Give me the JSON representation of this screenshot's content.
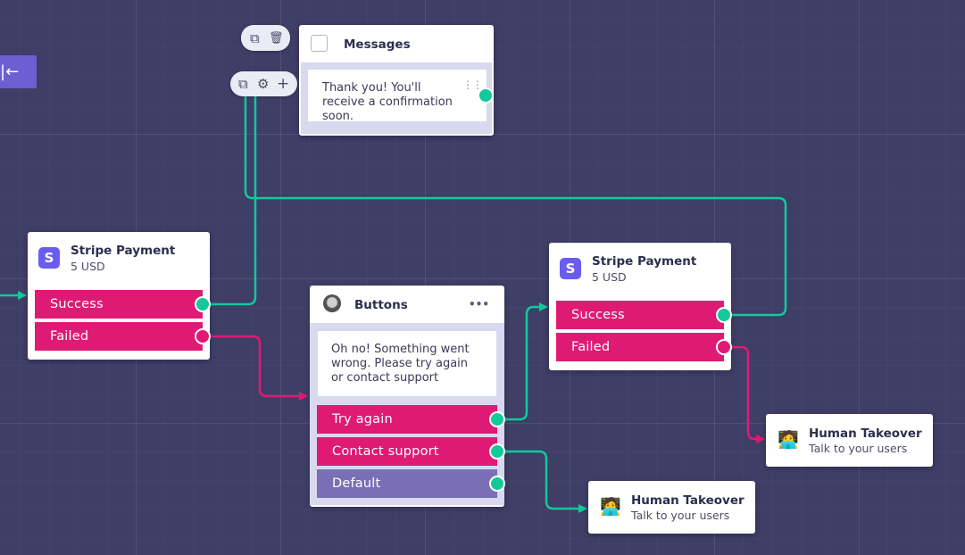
{
  "messages_node": {
    "title": "Messages",
    "text": "Thank you! You'll receive a confirmation soon.",
    "drag_icon": "drag-handle-icon"
  },
  "toolbar_top": {
    "copy_icon": "⧉",
    "delete_icon": "🗑"
  },
  "toolbar_bottom": {
    "copy_icon": "⧉",
    "settings_icon": "⚙",
    "add_icon": "+"
  },
  "back_button": {
    "label": "|←"
  },
  "stripe_left": {
    "icon_letter": "S",
    "title": "Stripe Payment",
    "amount": "5 USD",
    "success_label": "Success",
    "failed_label": "Failed"
  },
  "stripe_right": {
    "icon_letter": "S",
    "title": "Stripe Payment",
    "amount": "5 USD",
    "success_label": "Success",
    "failed_label": "Failed"
  },
  "buttons_node": {
    "title": "Buttons",
    "menu": "•••",
    "message": "Oh no! Something went wrong. Please try again or contact support",
    "buttons": [
      "Try again",
      "Contact support",
      "Default"
    ]
  },
  "human_takeover_1": {
    "emoji": "🧑‍💻",
    "title": "Human Takeover",
    "subtitle": "Talk to your users"
  },
  "human_takeover_2": {
    "emoji": "🧑‍💻",
    "title": "Human Takeover",
    "subtitle": "Talk to your users"
  },
  "colors": {
    "canvas": "#3e3e66",
    "pink": "#df1a75",
    "green": "#12c99b",
    "stripe": "#6a5cf0",
    "default_button": "#7a6fb6"
  }
}
